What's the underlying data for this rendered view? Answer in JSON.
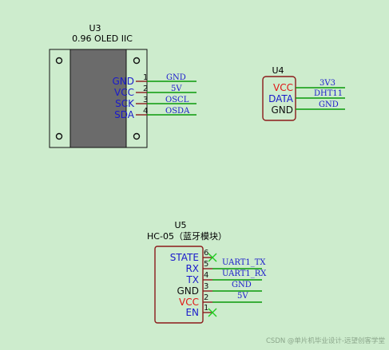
{
  "colors": {
    "background": "#cdeccd",
    "component_outline": "#8b1a1a",
    "wire": "#0a9a0a",
    "pin_name_blue": "#1a1acc",
    "pin_name_red": "#e01515",
    "no_connect": "#22cc22",
    "oled_screen": "#6b6b6b"
  },
  "u3": {
    "designator": "U3",
    "value": "0.96 OLED IIC",
    "pins": [
      {
        "number": "1",
        "name": "GND",
        "net": "GND"
      },
      {
        "number": "2",
        "name": "VCC",
        "net": "5V"
      },
      {
        "number": "3",
        "name": "SCK",
        "net": "OSCL"
      },
      {
        "number": "4",
        "name": "SDA",
        "net": "OSDA"
      }
    ]
  },
  "u4": {
    "designator": "U4",
    "pins": [
      {
        "name": "VCC",
        "net": "3V3"
      },
      {
        "name": "DATA",
        "net": "DHT11"
      },
      {
        "name": "GND",
        "net": "GND"
      }
    ]
  },
  "u5": {
    "designator": "U5",
    "value": "HC-05（蓝牙模块）",
    "pins": [
      {
        "number": "6",
        "name": "STATE",
        "net": ""
      },
      {
        "number": "5",
        "name": "RX",
        "net": "UART1_TX"
      },
      {
        "number": "4",
        "name": "TX",
        "net": "UART1_RX"
      },
      {
        "number": "3",
        "name": "GND",
        "net": "GND"
      },
      {
        "number": "2",
        "name": "VCC",
        "net": "5V"
      },
      {
        "number": "1",
        "name": "EN",
        "net": ""
      }
    ]
  },
  "watermark": "CSDN @单片机毕业设计-远望创客学堂"
}
